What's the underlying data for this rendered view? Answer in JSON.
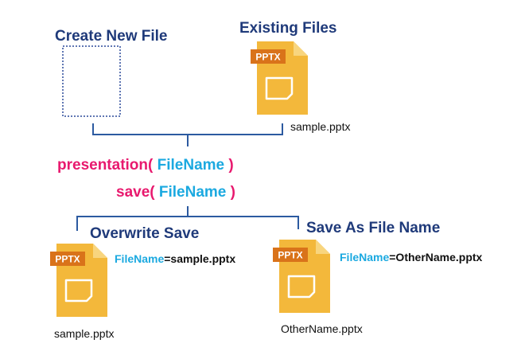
{
  "headings": {
    "create_new": "Create New File",
    "existing": "Existing Files",
    "overwrite": "Overwrite Save",
    "save_as": "Save As File Name"
  },
  "code": {
    "line1_func": "presentation(",
    "line1_arg": "FileName",
    "line1_close": ")",
    "line2_func": "save(",
    "line2_arg": "FileName",
    "line2_close": ")"
  },
  "files": {
    "existing_name": "sample.pptx",
    "overwrite_name": "sample.pptx",
    "save_as_name": "OtherName.pptx",
    "badge": "PPTX"
  },
  "params": {
    "overwrite_key": "FileName",
    "overwrite_value": "=sample.pptx",
    "save_as_key": "FileName",
    "save_as_value": "=OtherName.pptx"
  },
  "colors": {
    "heading": "#1f3a7a",
    "func": "#e8196e",
    "arg": "#1ba9e0",
    "line": "#2c5aa0",
    "file_body": "#f3b83b",
    "file_fold": "#f8d57e",
    "badge_bg": "#d9731a",
    "dotted": "#2c4a9a",
    "text": "#111111"
  }
}
